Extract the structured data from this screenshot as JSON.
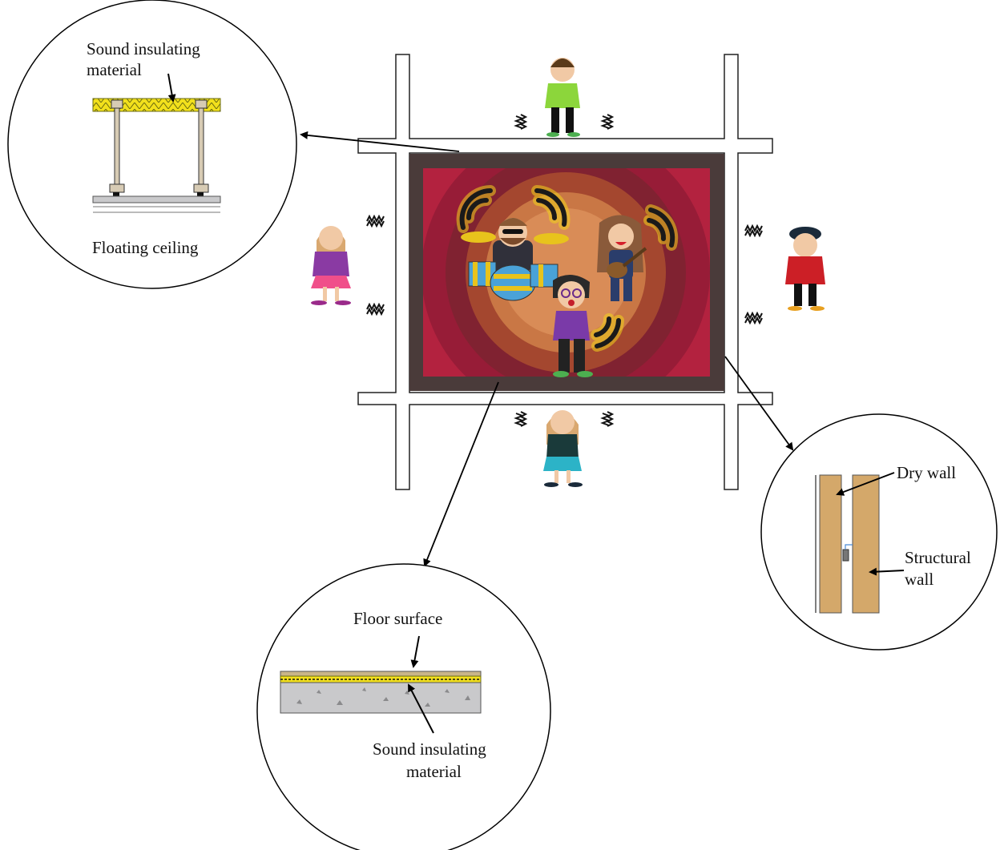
{
  "labels": {
    "ceiling_material_line1": "Sound insulating",
    "ceiling_material_line2": "material",
    "floating_ceiling": "Floating ceiling",
    "dry_wall": "Dry wall",
    "structural_wall_line1": "Structural",
    "structural_wall_line2": "wall",
    "floor_surface": "Floor surface",
    "floor_material_line1": "Sound insulating",
    "floor_material_line2": "material"
  },
  "colors": {
    "room_frame": "#4a3b3a",
    "room_carpet": "#b3223f",
    "stage_center": "#c97745",
    "insulation": "#f2e01c",
    "timber": "#d4a86a",
    "concrete": "#c9c9cb",
    "person_top": "#8cd63b",
    "person_left": "#8a3aa3",
    "person_right": "#cc1f26",
    "person_bottom": "#2cb3c7",
    "sound_wave": "#1a1a1a"
  },
  "icons": [
    "vibration-icon",
    "sound-wave-icon",
    "drummer-icon",
    "guitarist-icon",
    "singer-icon",
    "listener-icon"
  ]
}
